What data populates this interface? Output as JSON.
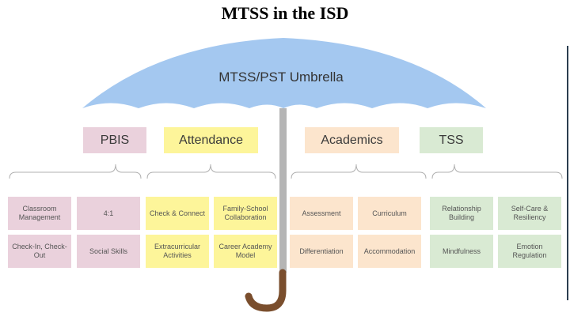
{
  "title": "MTSS in the ISD",
  "umbrella": {
    "label": "MTSS/PST Umbrella"
  },
  "categories": [
    {
      "name": "PBIS",
      "color": "#ead1dc"
    },
    {
      "name": "Attendance",
      "color": "#fdf59a"
    },
    {
      "name": "Academics",
      "color": "#fce5cd"
    },
    {
      "name": "TSS",
      "color": "#d9ead3"
    }
  ],
  "tiles": [
    [
      "Classroom Management",
      "4:1",
      "Check-In, Check-Out",
      "Social Skills"
    ],
    [
      "Check & Connect",
      "Family-School Collaboration",
      "Extracurricular Activities",
      "Career Academy Model"
    ],
    [
      "Assessment",
      "Curriculum",
      "Differentiation",
      "Accommodation"
    ],
    [
      "Relationship Building",
      "Self-Care & Resiliency",
      "Mindfulness",
      "Emotion Regulation"
    ]
  ],
  "colors": {
    "canopy": "#a4c8f0",
    "pole": "#b5b5b5",
    "handle": "#7a4e2d",
    "bracket": "#b0b0b0"
  }
}
